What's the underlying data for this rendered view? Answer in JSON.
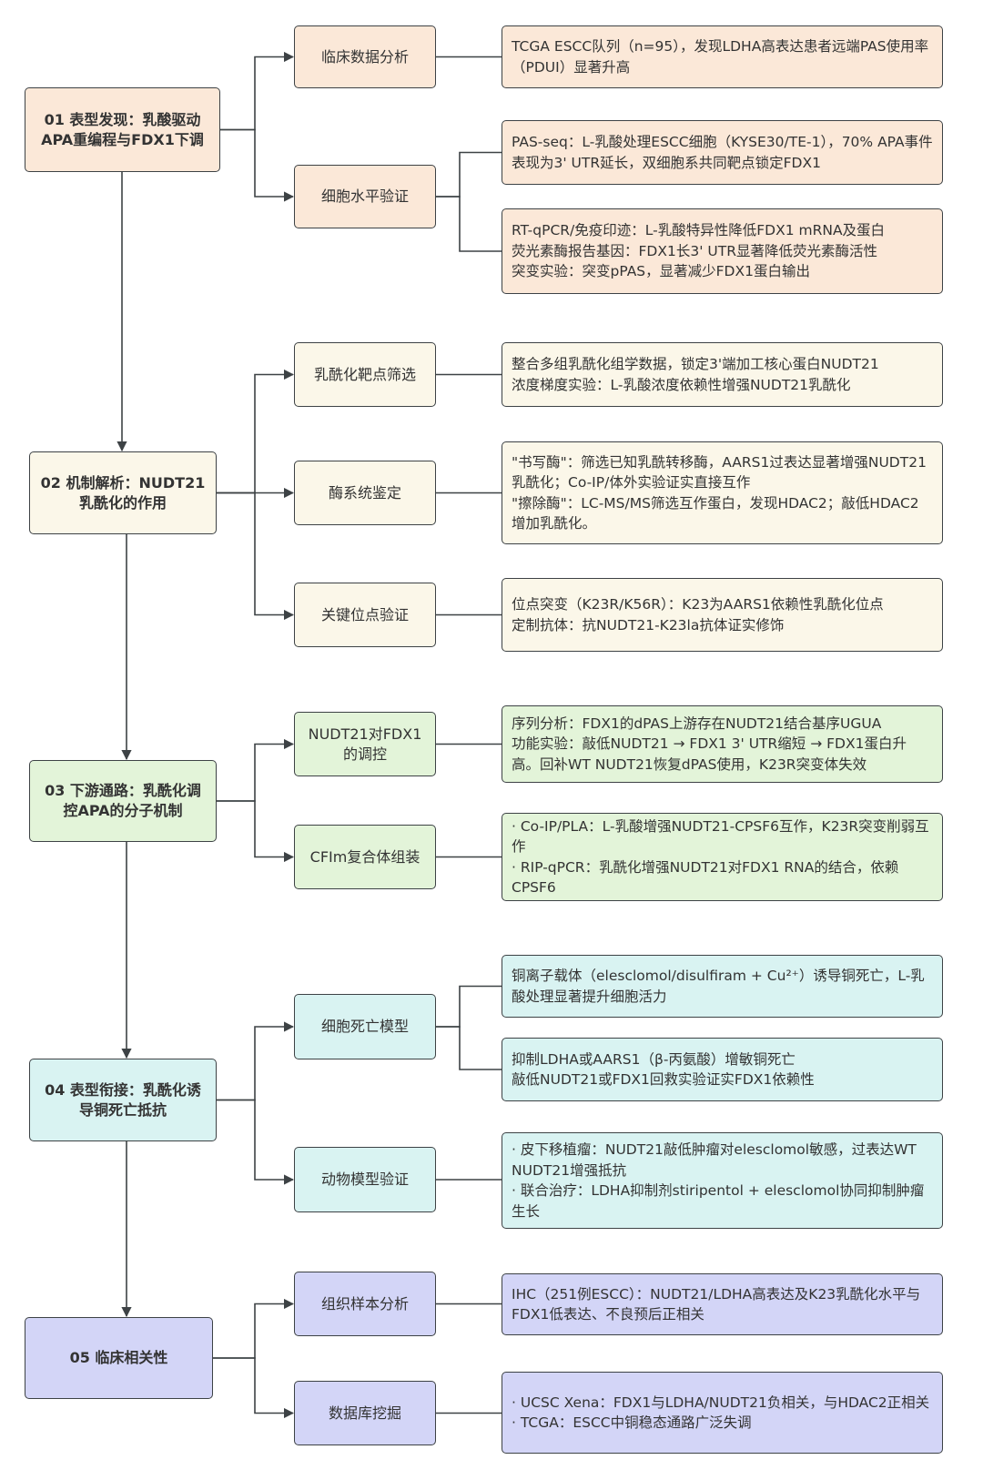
{
  "colors": {
    "stroke": "#3d4245",
    "section_1": "#fbe8d8",
    "section_2": "#fbf7e9",
    "section_3": "#e3f4d9",
    "section_4": "#d9f3f2",
    "section_5": "#d3d5f7"
  },
  "sections": [
    {
      "title": "01 表型发现：乳酸驱动\nAPA重编程与FDX1下调",
      "branches": [
        {
          "label": "临床数据分析",
          "details": [
            "TCGA ESCC队列（n=95），发现LDHA高表达患者远端PAS使用率（PDUI）显著升高"
          ]
        },
        {
          "label": "细胞水平验证",
          "details": [
            "PAS-seq：L-乳酸处理ESCC细胞（KYSE30/TE-1），70% APA事件表现为3' UTR延长，双细胞系共同靶点锁定FDX1",
            "RT-qPCR/免疫印迹：L-乳酸特异性降低FDX1 mRNA及蛋白\n荧光素酶报告基因：FDX1长3' UTR显著降低荧光素酶活性\n突变实验：突变pPAS，显著减少FDX1蛋白输出"
          ]
        }
      ]
    },
    {
      "title": "02 机制解析：NUDT21\n乳酰化的作用",
      "branches": [
        {
          "label": "乳酰化靶点筛选",
          "details": [
            "整合多组乳酰化组学数据，锁定3'端加工核心蛋白NUDT21\n浓度梯度实验：L-乳酸浓度依赖性增强NUDT21乳酰化"
          ]
        },
        {
          "label": "酶系统鉴定",
          "details": [
            "\"书写酶\"：筛选已知乳酰转移酶，AARS1过表达显著增强NUDT21乳酰化；Co-IP/体外实验证实直接互作\n\"擦除酶\"：LC-MS/MS筛选互作蛋白，发现HDAC2；敲低HDAC2增加乳酰化。"
          ]
        },
        {
          "label": "关键位点验证",
          "details": [
            "位点突变（K23R/K56R）：K23为AARS1依赖性乳酰化位点\n定制抗体：抗NUDT21-K23la抗体证实修饰"
          ]
        }
      ]
    },
    {
      "title": "03 下游通路：乳酰化调\n控APA的分子机制",
      "branches": [
        {
          "label": "NUDT21对FDX1\n的调控",
          "details": [
            "序列分析：FDX1的dPAS上游存在NUDT21结合基序UGUA\n功能实验：敲低NUDT21 → FDX1 3' UTR缩短 → FDX1蛋白升高。回补WT NUDT21恢复dPAS使用，K23R突变体失效"
          ]
        },
        {
          "label": "CFIm复合体组装",
          "details": [
            "· Co-IP/PLA：L-乳酸增强NUDT21-CPSF6互作，K23R突变削弱互作\n· RIP-qPCR：乳酰化增强NUDT21对FDX1 RNA的结合，依赖CPSF6"
          ]
        }
      ]
    },
    {
      "title": "04 表型衔接：乳酰化诱\n导铜死亡抵抗",
      "branches": [
        {
          "label": "细胞死亡模型",
          "details": [
            "铜离子载体（elesclomol/disulfiram + Cu²⁺）诱导铜死亡，L-乳酸处理显著提升细胞活力",
            "抑制LDHA或AARS1（β-丙氨酸）增敏铜死亡\n敲低NUDT21或FDX1回救实验证实FDX1依赖性"
          ]
        },
        {
          "label": "动物模型验证",
          "details": [
            "· 皮下移植瘤：NUDT21敲低肿瘤对elesclomol敏感，过表达WT NUDT21增强抵抗\n· 联合治疗：LDHA抑制剂stiripentol + elesclomol协同抑制肿瘤生长"
          ]
        }
      ]
    },
    {
      "title": "05 临床相关性",
      "branches": [
        {
          "label": "组织样本分析",
          "details": [
            "IHC（251例ESCC）：NUDT21/LDHA高表达及K23乳酰化水平与FDX1低表达、不良预后正相关"
          ]
        },
        {
          "label": "数据库挖掘",
          "details": [
            "· UCSC Xena：FDX1与LDHA/NUDT21负相关，与HDAC2正相关\n· TCGA：ESCC中铜稳态通路广泛失调"
          ]
        }
      ]
    }
  ]
}
